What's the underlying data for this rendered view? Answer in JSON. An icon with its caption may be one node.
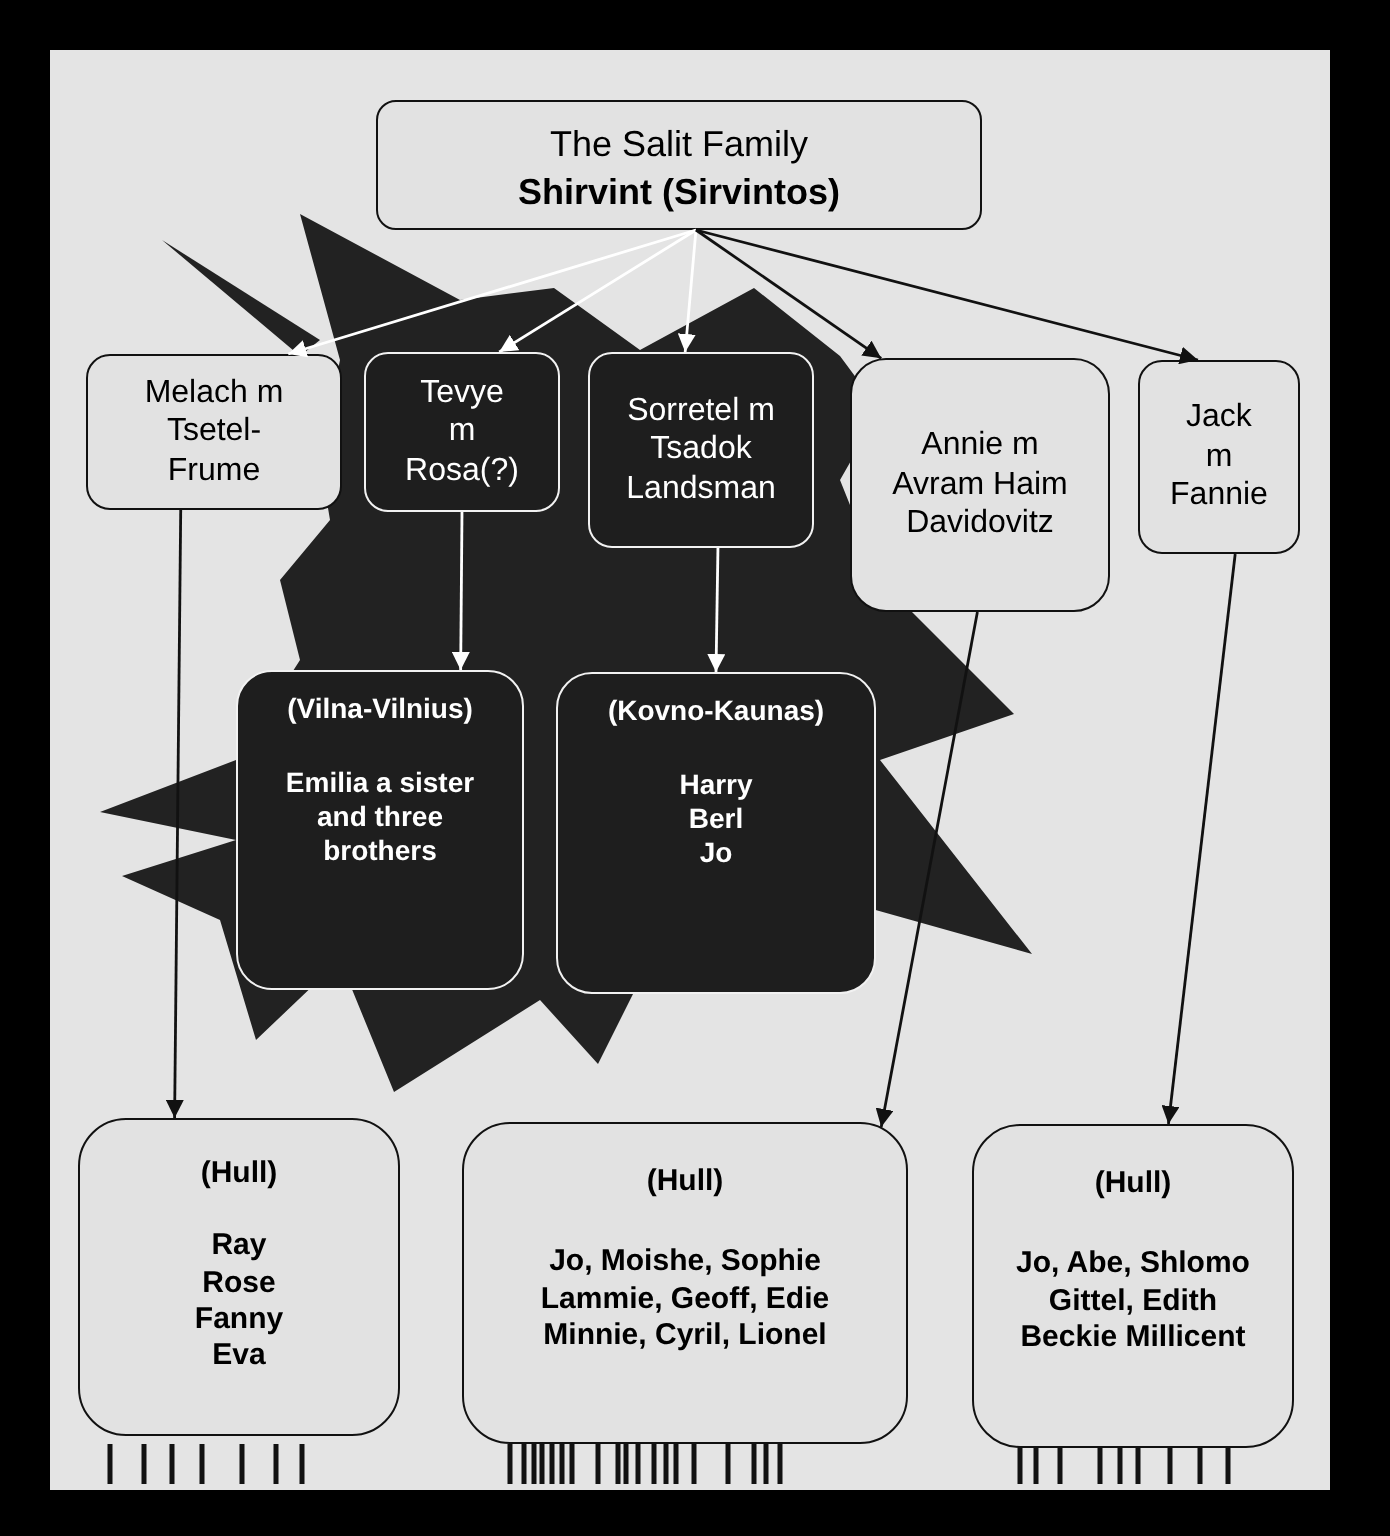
{
  "diagram": {
    "nodes": [
      {
        "text": [
          "The Salit Family",
          "Shirvint (Sirvintos)"
        ]
      },
      {
        "text": [
          "Melach m Tsetel-Frume"
        ]
      },
      {
        "text": [
          "Tevye m Rosa(?)"
        ]
      },
      {
        "text": [
          "Sorretel m Tsadok Landsman"
        ]
      },
      {
        "text": [
          "Annie m Avram Haim Davidovitz"
        ]
      },
      {
        "text": [
          "Jack m Fannie"
        ]
      },
      {
        "text": [
          "(Vilna-Vilnius)",
          "Emilia a sister and three brothers"
        ]
      },
      {
        "text": [
          "(Kovno-Kaunas)",
          "Harry Berl Jo"
        ]
      },
      {
        "text": [
          "(Hull)",
          "Ray Rose Fanny Eva"
        ]
      },
      {
        "text": [
          "(Hull)",
          "Jo, Moishe, Sophie Lammie, Geoff, Edie Minnie, Cyril, Lionel"
        ]
      },
      {
        "text": [
          "(Hull)",
          "Jo, Abe, Shlomo Gittel, Edith Beckie Millicent"
        ]
      }
    ],
    "edges": [
      {
        "from": 0,
        "to": 1,
        "arrow": "to",
        "color": "#ffffff"
      },
      {
        "from": 0,
        "to": 2,
        "arrow": "to",
        "color": "#ffffff"
      },
      {
        "from": 0,
        "to": 3,
        "arrow": "to",
        "color": "#ffffff"
      },
      {
        "from": 0,
        "to": 4,
        "arrow": "to",
        "color": "#111111"
      },
      {
        "from": 0,
        "to": 5,
        "arrow": "to",
        "color": "#111111"
      },
      {
        "from": 1,
        "to": 8,
        "arrow": "to",
        "color": "#111111"
      },
      {
        "from": 2,
        "to": 6,
        "arrow": "to",
        "color": "#ffffff"
      },
      {
        "from": 3,
        "to": 7,
        "arrow": "to",
        "color": "#ffffff"
      },
      {
        "from": 4,
        "to": 9,
        "arrow": "to",
        "color": "#111111"
      },
      {
        "from": 5,
        "to": 10,
        "arrow": "to",
        "color": "#111111"
      }
    ]
  }
}
